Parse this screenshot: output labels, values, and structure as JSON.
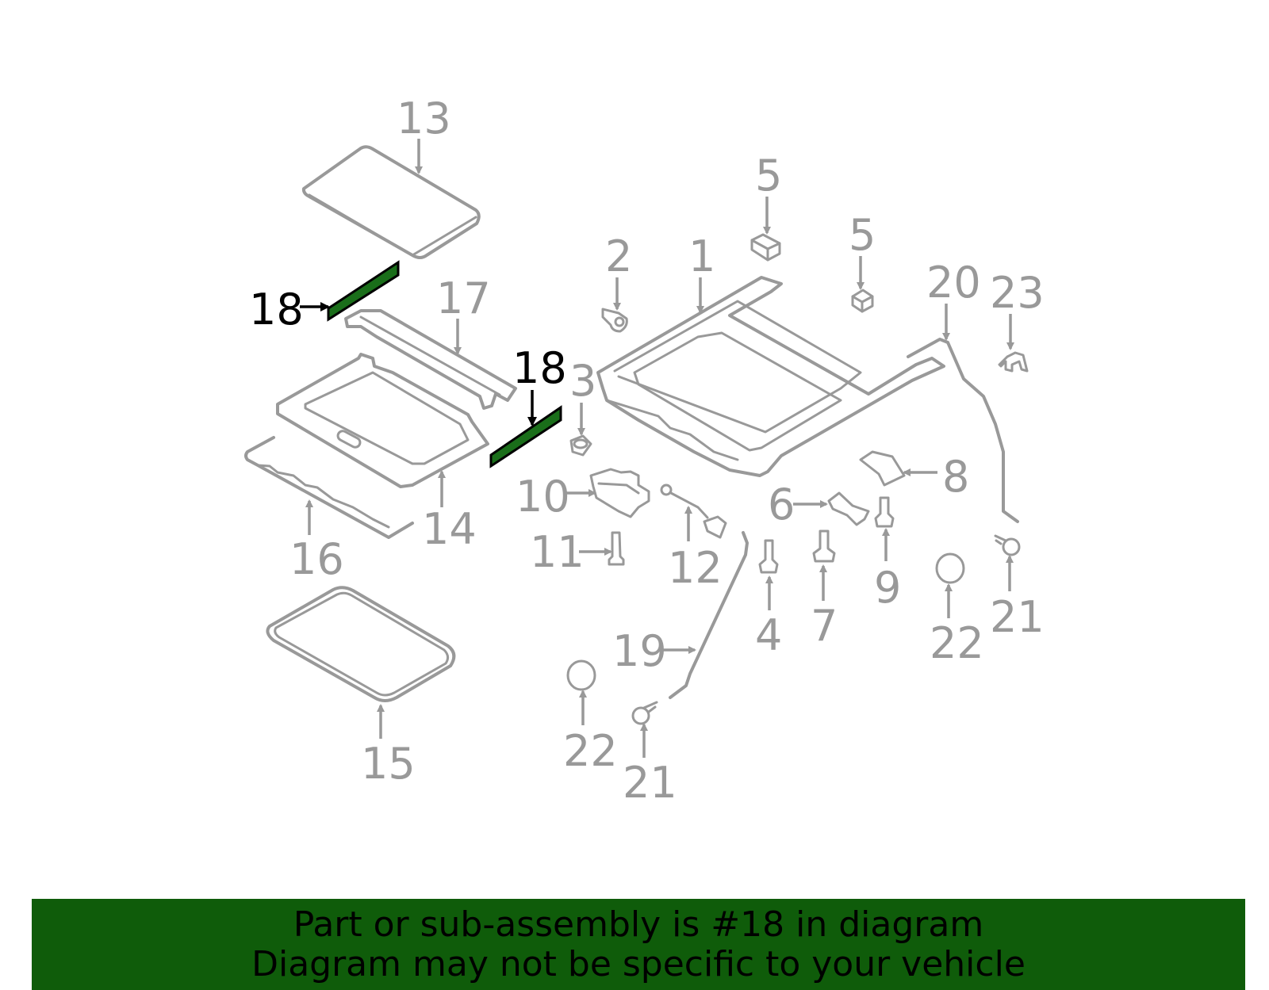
{
  "diagram": {
    "labels": {
      "l1": "1",
      "l2": "2",
      "l3": "3",
      "l4": "4",
      "l5a": "5",
      "l5b": "5",
      "l6": "6",
      "l7": "7",
      "l8": "8",
      "l9": "9",
      "l10": "10",
      "l11": "11",
      "l12": "12",
      "l13": "13",
      "l14": "14",
      "l15": "15",
      "l16": "16",
      "l17": "17",
      "l18a": "18",
      "l18b": "18",
      "l19": "19",
      "l20": "20",
      "l21a": "21",
      "l21b": "21",
      "l22a": "22",
      "l22b": "22",
      "l23": "23"
    },
    "colors": {
      "highlight": "#1a6e1a",
      "parts": "#999999",
      "banner": "#0f5c0a"
    }
  },
  "banner": {
    "line1": "Part or sub-assembly is #18 in diagram",
    "line2": "Diagram may not be specific to your vehicle"
  }
}
